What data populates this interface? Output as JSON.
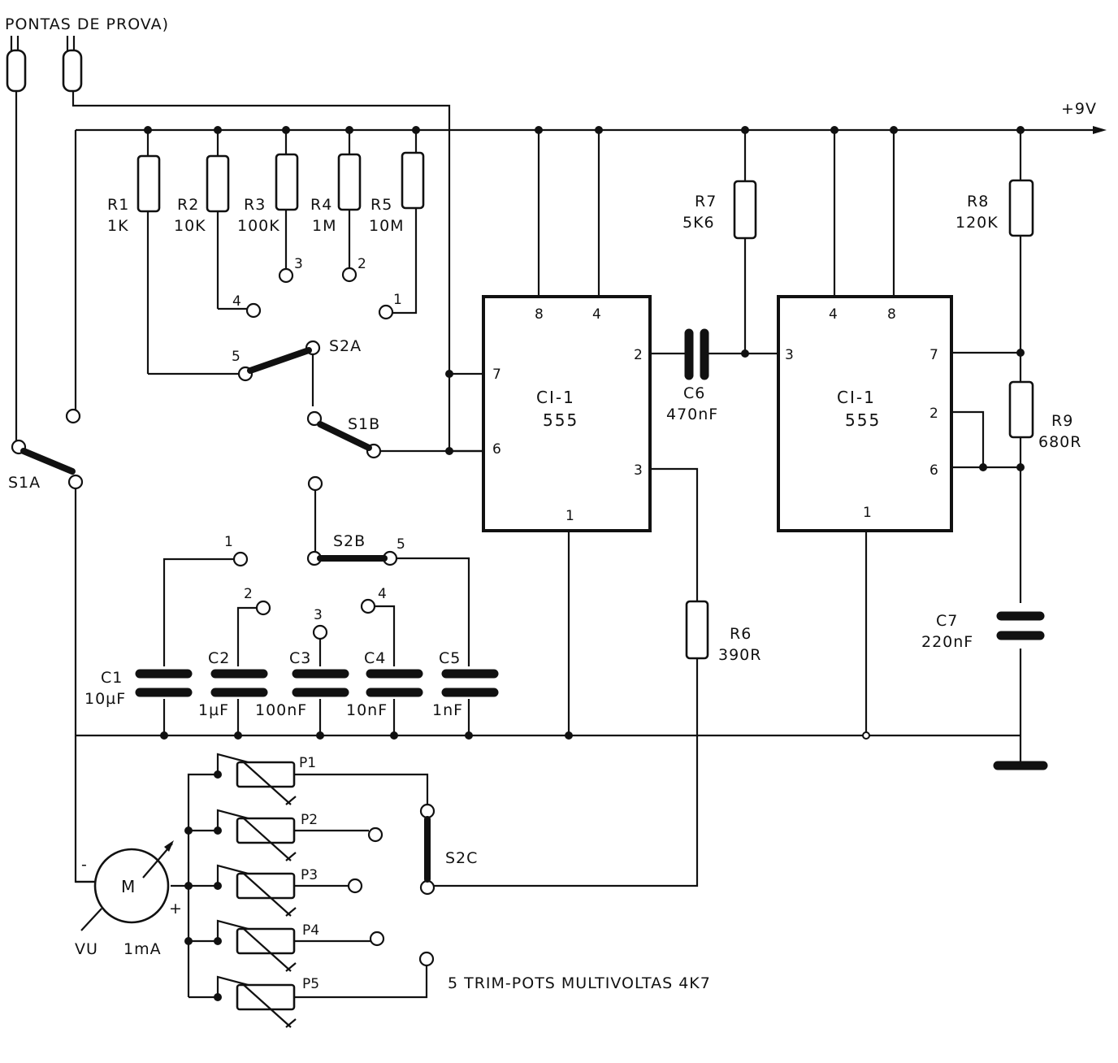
{
  "header": {
    "probes": "PONTAS DE PROVA)"
  },
  "supply": {
    "label": "+9V"
  },
  "resistors": {
    "r1": {
      "name": "R1",
      "value": "1K"
    },
    "r2": {
      "name": "R2",
      "value": "10K"
    },
    "r3": {
      "name": "R3",
      "value": "100K"
    },
    "r4": {
      "name": "R4",
      "value": "1M"
    },
    "r5": {
      "name": "R5",
      "value": "10M"
    },
    "r6": {
      "name": "R6",
      "value": "390R"
    },
    "r7": {
      "name": "R7",
      "value": "5K6"
    },
    "r8": {
      "name": "R8",
      "value": "120K"
    },
    "r9": {
      "name": "R9",
      "value": "680R"
    }
  },
  "capacitors": {
    "c1": {
      "name": "C1",
      "value": "10µF"
    },
    "c2": {
      "name": "C2",
      "value": "1µF"
    },
    "c3": {
      "name": "C3",
      "value": "100nF"
    },
    "c4": {
      "name": "C4",
      "value": "10nF"
    },
    "c5": {
      "name": "C5",
      "value": "1nF"
    },
    "c6": {
      "name": "C6",
      "value": "470nF"
    },
    "c7": {
      "name": "C7",
      "value": "220nF"
    }
  },
  "ics": {
    "ic1": {
      "name": "CI-1",
      "type": "555",
      "pins": [
        "8",
        "4",
        "7",
        "2",
        "6",
        "3",
        "1"
      ]
    },
    "ic2": {
      "name": "CI-1",
      "type": "555",
      "pins": [
        "4",
        "8",
        "3",
        "7",
        "2",
        "6",
        "1"
      ]
    }
  },
  "switches": {
    "s1a": "S1A",
    "s1b": "S1B",
    "s2a": "S2A",
    "s2b": "S2B",
    "s2c": "S2C",
    "pos1": "1",
    "pos2": "2",
    "pos3": "3",
    "pos4": "4",
    "pos5": "5"
  },
  "trimpots": [
    "P1",
    "P2",
    "P3",
    "P4",
    "P5"
  ],
  "meter": {
    "symbol": "M",
    "type": "VU",
    "range": "1mA",
    "minus": "-",
    "plus": "+"
  },
  "note": "5 TRIM-POTS MULTIVOLTAS 4K7"
}
